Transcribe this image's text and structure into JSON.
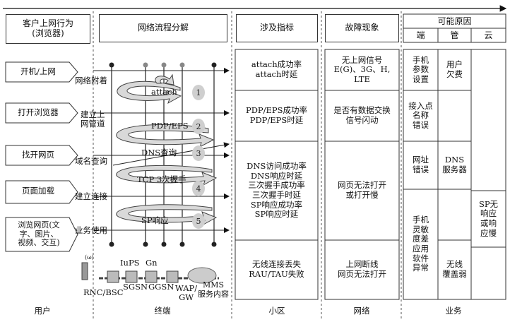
{
  "headers": {
    "user_behavior": "客户上网行为\n(浏览器)",
    "flow": "网络流程分解",
    "metrics": "涉及指标",
    "symptom": "故障现象",
    "causes": "可能原因",
    "duan": "端",
    "guan": "管",
    "yun": "云"
  },
  "user_actions": [
    "开机/上网",
    "打开浏览器",
    "找开网页",
    "页面加载",
    "浏览网页(文\n字、图片、\n视频、交互)"
  ],
  "flow_labels": [
    "网络附着",
    "建立上\n网管道",
    "域名查询",
    "建立连接",
    "业务使用"
  ],
  "inner_labels": [
    "attach",
    "PDP/EPS",
    "DNS查询",
    "TCP 3次握手",
    "SP响应"
  ],
  "steps": [
    "1",
    "2",
    "3",
    "4",
    "5"
  ],
  "metrics": [
    "attach成功率\nattach时延",
    "PDP/EPS成功率\nPDP/EPS时延",
    "DNS访问成功率\nDNS响应时延\n三次握手成功率\n三次握手时延\nSP响应成功率\nSP响应时延",
    "无线连接丢失\nRAU/TAU失败"
  ],
  "symptoms": [
    "无上网信号\nE(G)、3G、H,\nLTE",
    "是否有数据交换\n信号闪动",
    "网页无法打开\n或打开慢",
    "上网断线\n网页无法打开"
  ],
  "causes": {
    "duan": [
      "手机\n参数\n设置",
      "接入点\n名称\n错误",
      "网址\n错误",
      "手机\n灵敏\n度差\n应用\n软件\n异常"
    ],
    "guan": [
      "用户\n欠费",
      "DNS\n服务器",
      "无线\n覆盖弱"
    ],
    "yun": [
      "SP无\n响应\n或响\n应慢"
    ]
  },
  "devices": {
    "cell": "(ω)",
    "iups": "IuPS",
    "gn": "Gn",
    "rnc": "RNC/BSC",
    "sgsn": "SGSN",
    "ggsn": "GGSN",
    "wap": "WAP/\nGW",
    "mms": "MMS\n服务内容"
  },
  "footer": [
    "用户",
    "终端",
    "小区",
    "网络",
    "业务"
  ]
}
